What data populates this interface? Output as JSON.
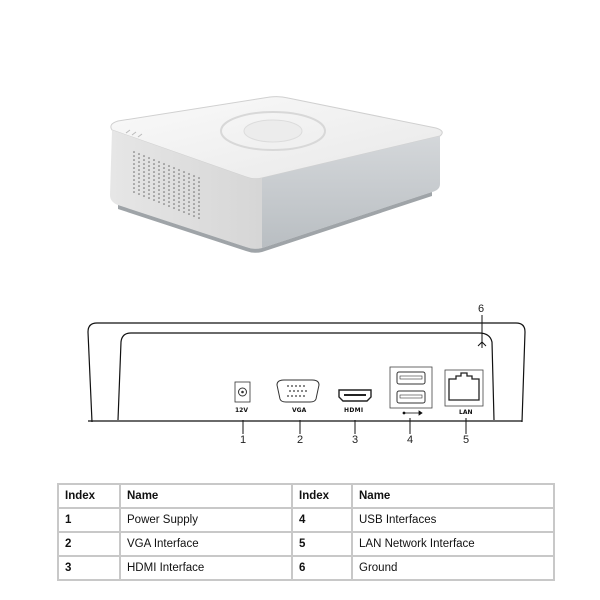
{
  "device": {
    "image_alt": "NVR device front perspective view",
    "colors": {
      "top": "#f2f2f2",
      "side": "#d8dadc",
      "front": "#c5c9cc",
      "vent": "#666"
    }
  },
  "rear_panel": {
    "ports": [
      {
        "index": "1",
        "label": "12V",
        "type": "power"
      },
      {
        "index": "2",
        "label": "VGA",
        "type": "vga"
      },
      {
        "index": "3",
        "label": "HDMI",
        "type": "hdmi"
      },
      {
        "index": "4",
        "label": "USB",
        "type": "usb"
      },
      {
        "index": "5",
        "label": "LAN",
        "type": "lan"
      },
      {
        "index": "6",
        "label": "",
        "type": "ground"
      }
    ]
  },
  "table": {
    "headers": [
      "Index",
      "Name",
      "Index",
      "Name"
    ],
    "rows": [
      {
        "i1": "1",
        "n1": "Power Supply",
        "i2": "4",
        "n2": "USB Interfaces"
      },
      {
        "i1": "2",
        "n1": "VGA Interface",
        "i2": "5",
        "n2": "LAN Network Interface"
      },
      {
        "i1": "3",
        "n1": "HDMI Interface",
        "i2": "6",
        "n2": "Ground"
      }
    ]
  }
}
